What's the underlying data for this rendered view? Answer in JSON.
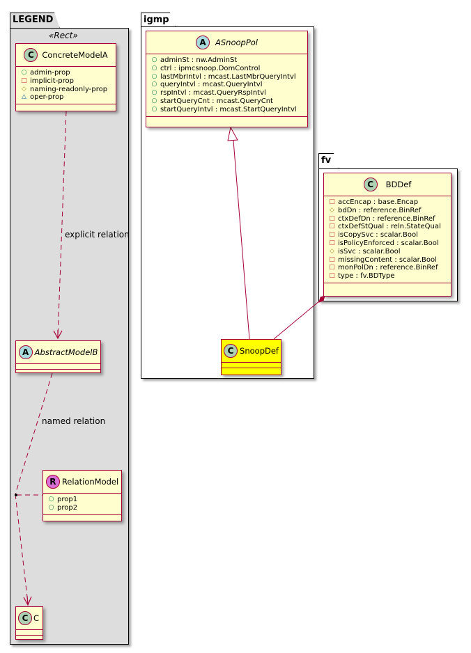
{
  "packages": {
    "legend": {
      "name": "LEGEND",
      "stereotype": "«Rect»"
    },
    "igmp": {
      "name": "igmp"
    },
    "fv": {
      "name": "fv"
    }
  },
  "classes": {
    "concrete_model_a": {
      "kind": "C",
      "name": "ConcreteModelA",
      "attributes": [
        {
          "visibility": "public",
          "symbol": "○",
          "text": "admin-prop"
        },
        {
          "visibility": "private",
          "symbol": "□",
          "text": "implicit-prop"
        },
        {
          "visibility": "protected",
          "symbol": "◇",
          "text": "naming-readonly-prop"
        },
        {
          "visibility": "package",
          "symbol": "△",
          "text": "oper-prop"
        }
      ]
    },
    "abstract_model_b": {
      "kind": "A",
      "name": "AbstractModelB"
    },
    "relation_model": {
      "kind": "R",
      "name": "RelationModel",
      "attributes": [
        {
          "visibility": "public",
          "symbol": "○",
          "text": "prop1"
        },
        {
          "visibility": "public",
          "symbol": "○",
          "text": "prop2"
        }
      ]
    },
    "c": {
      "kind": "C",
      "name": "C"
    },
    "asnooppol": {
      "kind": "A",
      "name": "ASnoopPol",
      "attributes": [
        {
          "visibility": "public",
          "symbol": "○",
          "text": "adminSt : nw.AdminSt"
        },
        {
          "visibility": "public",
          "symbol": "○",
          "text": "ctrl : ipmcsnoop.DomControl"
        },
        {
          "visibility": "public",
          "symbol": "○",
          "text": "lastMbrIntvl : mcast.LastMbrQueryIntvl"
        },
        {
          "visibility": "public",
          "symbol": "○",
          "text": "queryIntvl : mcast.QueryIntvl"
        },
        {
          "visibility": "public",
          "symbol": "○",
          "text": "rspIntvl : mcast.QueryRspIntvl"
        },
        {
          "visibility": "public",
          "symbol": "○",
          "text": "startQueryCnt : mcast.QueryCnt"
        },
        {
          "visibility": "public",
          "symbol": "○",
          "text": "startQueryIntvl : mcast.StartQueryIntvl"
        }
      ]
    },
    "bddef": {
      "kind": "C",
      "name": "BDDef",
      "attributes": [
        {
          "visibility": "private",
          "symbol": "□",
          "text": "accEncap : base.Encap"
        },
        {
          "visibility": "protected",
          "symbol": "◇",
          "text": "bdDn : reference.BinRef"
        },
        {
          "visibility": "private",
          "symbol": "□",
          "text": "ctxDefDn : reference.BinRef"
        },
        {
          "visibility": "private",
          "symbol": "□",
          "text": "ctxDefStQual : reln.StateQual"
        },
        {
          "visibility": "private",
          "symbol": "□",
          "text": "isCopySvc : scalar.Bool"
        },
        {
          "visibility": "private",
          "symbol": "□",
          "text": "isPolicyEnforced : scalar.Bool"
        },
        {
          "visibility": "protected",
          "symbol": "◇",
          "text": "isSvc : scalar.Bool"
        },
        {
          "visibility": "private",
          "symbol": "□",
          "text": "missingContent : scalar.Bool"
        },
        {
          "visibility": "private",
          "symbol": "□",
          "text": "monPolDn : reference.BinRef"
        },
        {
          "visibility": "private",
          "symbol": "□",
          "text": "type : fv.BDType"
        }
      ]
    },
    "snoopdef": {
      "kind": "C",
      "name": "SnoopDef",
      "highlight_color": "#FFFF00"
    }
  },
  "relations": {
    "explicit": {
      "label": "explicit relation"
    },
    "named": {
      "label": "named relation"
    }
  },
  "colors": {
    "class_fill": "#FEFECE",
    "class_border": "#A80036",
    "legend_fill": "#DDDDDD",
    "highlight": "#FFFF00"
  }
}
